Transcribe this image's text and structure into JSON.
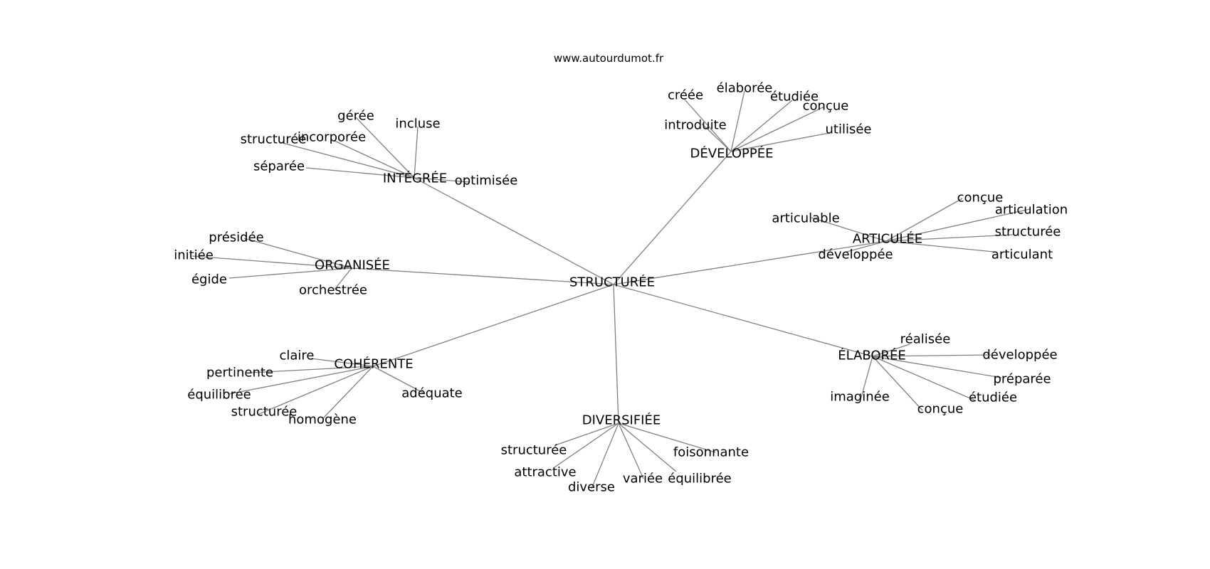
{
  "site": "www.autourdumot.fr",
  "center": "STRUCTURÉE",
  "clusters": [
    {
      "label": "INTÉGRÉE",
      "leaves": [
        "gérée",
        "incluse",
        "incorporée",
        "structurée",
        "séparée",
        "optimisée"
      ]
    },
    {
      "label": "DÉVELOPPÉE",
      "leaves": [
        "créée",
        "élaborée",
        "étudiée",
        "conçue",
        "introduite",
        "utilisée"
      ]
    },
    {
      "label": "ARTICULÉE",
      "leaves": [
        "conçue",
        "articulation",
        "articulable",
        "structurée",
        "développée",
        "articulant"
      ]
    },
    {
      "label": "ORGANISÉE",
      "leaves": [
        "présidée",
        "initiée",
        "égide",
        "orchestrée"
      ]
    },
    {
      "label": "COHÉRENTE",
      "leaves": [
        "claire",
        "pertinente",
        "équilibrée",
        "structurée",
        "homogène",
        "adéquate"
      ]
    },
    {
      "label": "ÉLABORÉE",
      "leaves": [
        "réalisée",
        "développée",
        "préparée",
        "étudiée",
        "imaginée",
        "conçue"
      ]
    },
    {
      "label": "DIVERSIFIÉE",
      "leaves": [
        "structurée",
        "foisonnante",
        "attractive",
        "diverse",
        "variée",
        "équilibrée"
      ]
    }
  ]
}
